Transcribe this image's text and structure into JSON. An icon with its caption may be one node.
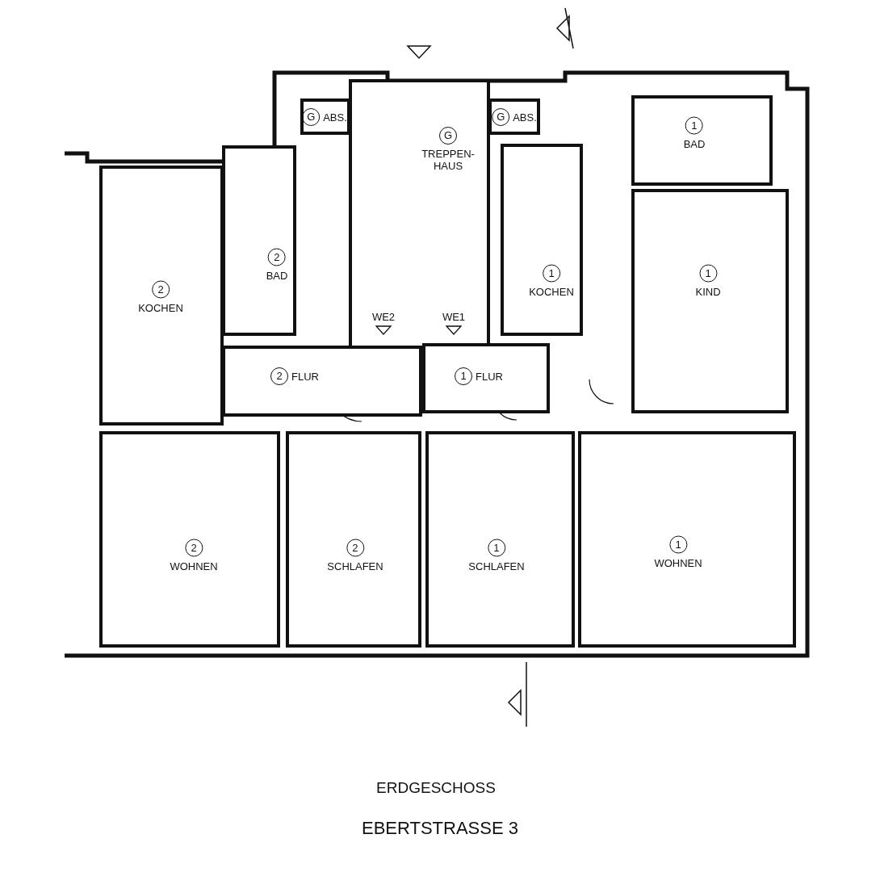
{
  "diagram": {
    "nodes": [
      {
        "text": [
          "G",
          "ABS."
        ]
      },
      {
        "text": [
          "G",
          "TREPPEN- HAUS"
        ]
      },
      {
        "text": [
          "G",
          "ABS."
        ]
      },
      {
        "text": [
          "1",
          "BAD"
        ]
      },
      {
        "text": [
          "2",
          "BAD"
        ]
      },
      {
        "text": [
          "1",
          "KOCHEN"
        ]
      },
      {
        "text": [
          "1",
          "KIND"
        ]
      },
      {
        "text": [
          "2",
          "KOCHEN"
        ]
      },
      {
        "text": [
          "2",
          "FLUR"
        ]
      },
      {
        "text": [
          "1",
          "FLUR"
        ]
      },
      {
        "text": [
          "2",
          "WOHNEN"
        ]
      },
      {
        "text": [
          "2",
          "SCHLAFEN"
        ]
      },
      {
        "text": [
          "1",
          "SCHLAFEN"
        ]
      },
      {
        "text": [
          "1",
          "WOHNEN"
        ]
      }
    ],
    "labels": [
      "WE2",
      "WE1",
      "ERDGESCHOSS",
      "EBERTSTRASSE 3"
    ]
  }
}
